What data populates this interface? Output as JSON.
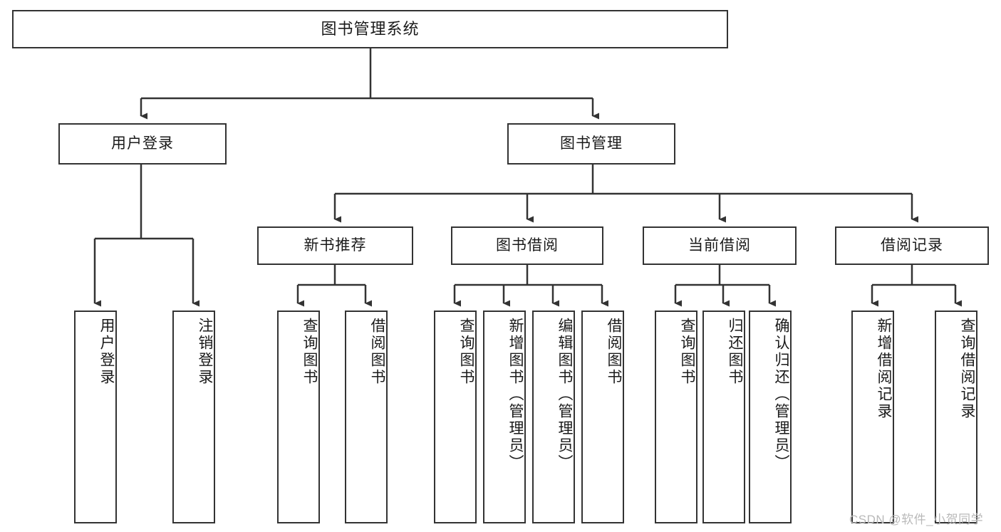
{
  "diagram": {
    "title": "图书管理系统",
    "type": "tree-hierarchy-chart",
    "theme": {
      "background": "#ffffff",
      "border_color": "#333333",
      "text_color": "#1a1a1a",
      "line_color": "#333333",
      "watermark_color": "#b9b9b9"
    },
    "nodes": {
      "root": {
        "label": "图书管理系统"
      },
      "level2": [
        {
          "label": "用户登录"
        },
        {
          "label": "图书管理"
        }
      ],
      "level3": [
        {
          "label": "新书推荐"
        },
        {
          "label": "图书借阅"
        },
        {
          "label": "当前借阅"
        },
        {
          "label": "借阅记录"
        }
      ],
      "leaves": {
        "user_login": [
          {
            "label": "用户登录"
          },
          {
            "label": "注销登录"
          }
        ],
        "new_book_recommend": [
          {
            "label": "查询图书"
          },
          {
            "label": "借阅图书"
          }
        ],
        "book_borrow": [
          {
            "label": "查询图书"
          },
          {
            "label": "新增图书（管理员）"
          },
          {
            "label": "编辑图书（管理员）"
          },
          {
            "label": "借阅图书"
          }
        ],
        "current_borrow": [
          {
            "label": "查询图书"
          },
          {
            "label": "归还图书"
          },
          {
            "label": "确认归还（管理员）"
          }
        ],
        "borrow_record": [
          {
            "label": "新增借阅记录"
          },
          {
            "label": "查询借阅记录"
          }
        ]
      }
    },
    "watermark": "CSDN @软件_小贺同学"
  }
}
